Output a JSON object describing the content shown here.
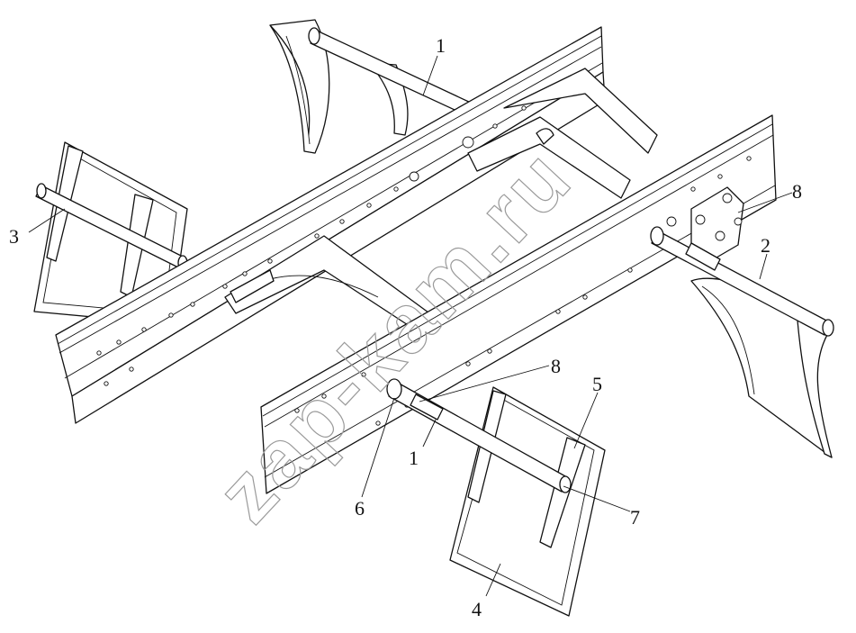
{
  "watermark": {
    "text": "zap-kam.ru"
  },
  "callouts": [
    {
      "id": "1-top",
      "text": "1"
    },
    {
      "id": "1-bottom",
      "text": "1"
    },
    {
      "id": "2",
      "text": "2"
    },
    {
      "id": "3",
      "text": "3"
    },
    {
      "id": "4",
      "text": "4"
    },
    {
      "id": "5",
      "text": "5"
    },
    {
      "id": "6",
      "text": "6"
    },
    {
      "id": "7",
      "text": "7"
    },
    {
      "id": "8-right",
      "text": "8"
    },
    {
      "id": "8-bottom",
      "text": "8"
    }
  ],
  "colors": {
    "line": "#111111",
    "watermark": "#9a9a9a",
    "background": "#ffffff"
  }
}
